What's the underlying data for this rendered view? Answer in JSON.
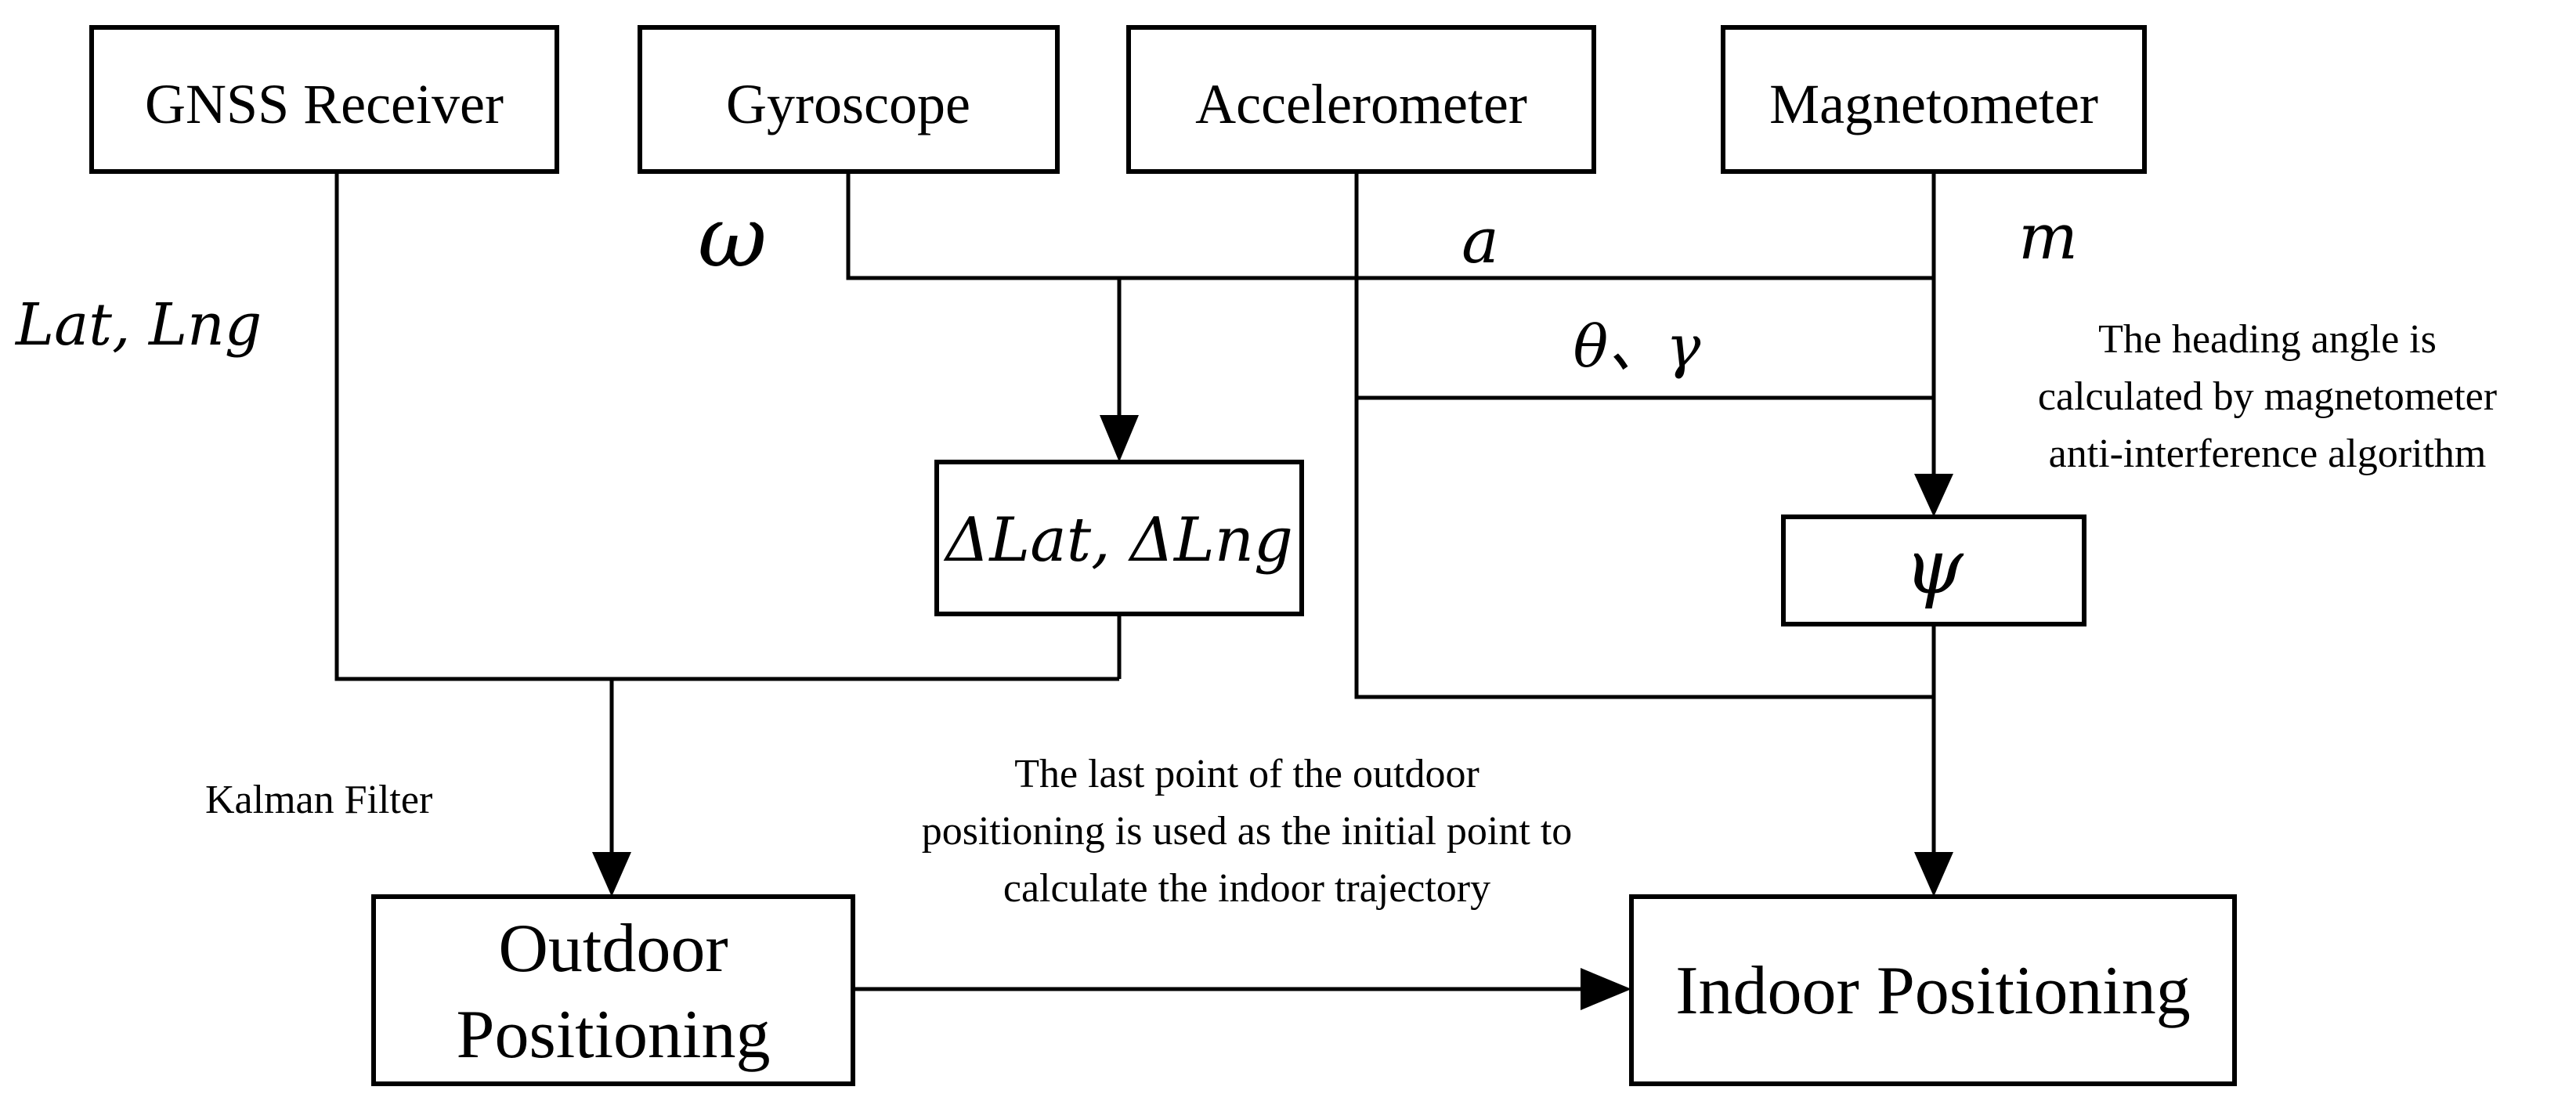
{
  "boxes": {
    "gnss": "GNSS Receiver",
    "gyroscope": "Gyroscope",
    "accelerometer": "Accelerometer",
    "magnetometer": "Magnetometer",
    "delta": "ΔLat, ΔLng",
    "heading": "ψ",
    "outdoor_line1": "Outdoor",
    "outdoor_line2": "Positioning",
    "indoor": "Indoor Positioning"
  },
  "signals": {
    "omega": "ω",
    "accel": "a",
    "mag": "m",
    "lat_lng": "Lat, Lng",
    "theta_gamma": "θ、γ"
  },
  "notes": {
    "kalman": "Kalman Filter",
    "heading_line1": "The heading angle is",
    "heading_line2": "calculated by magnetometer",
    "heading_line3": "anti-interference algorithm",
    "transfer_line1": "The last point of the outdoor",
    "transfer_line2": "positioning is used as the initial point to",
    "transfer_line3": "calculate the indoor trajectory"
  }
}
